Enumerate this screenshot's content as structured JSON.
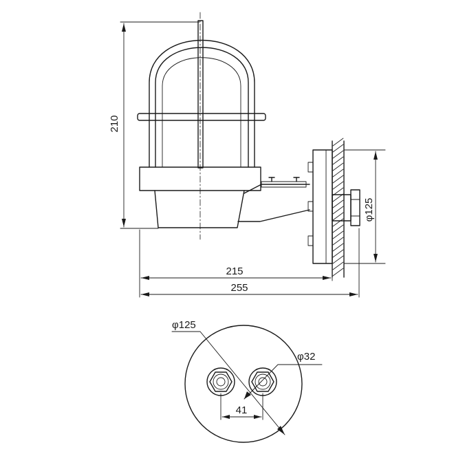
{
  "side_view": {
    "height_label": "210",
    "length_short_label": "215",
    "length_long_label": "255",
    "flange_diameter_label": "φ125"
  },
  "plan_view": {
    "outer_diameter_label": "φ125",
    "gland_diameter_label": "φ32",
    "gland_spacing_label": "41"
  }
}
